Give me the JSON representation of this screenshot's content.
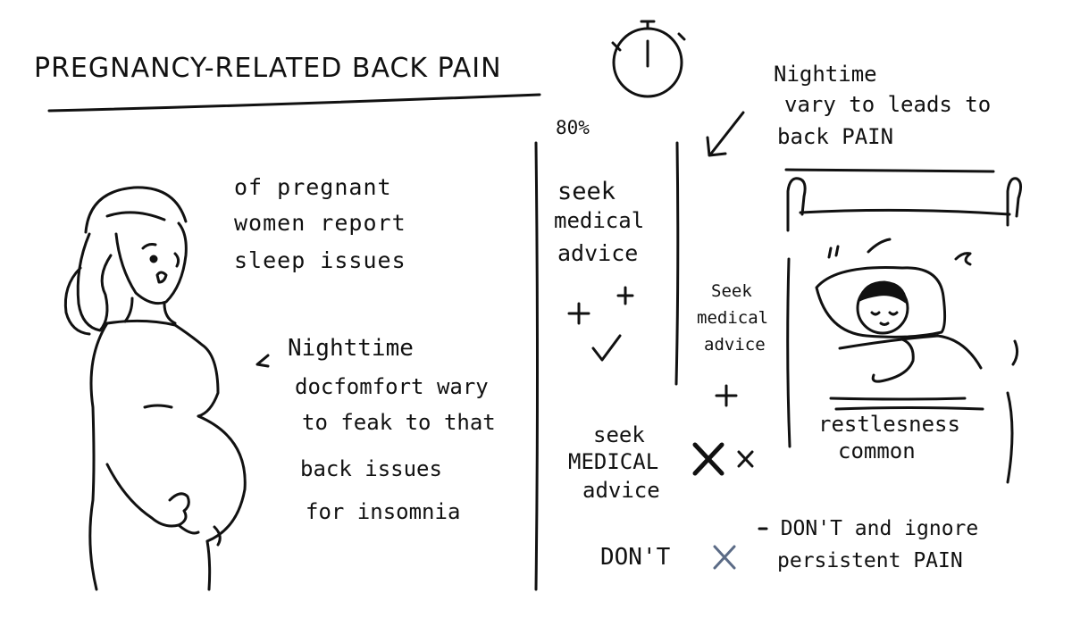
{
  "title": "PREGNANCY-RELATED BACK PAIN",
  "left": {
    "stat_line1": "of pregnant",
    "stat_line2": "women report",
    "stat_line3": "sleep issues",
    "note_line1": "Nighttime",
    "note_line2": "docfomfort wary",
    "note_line3": "to feak to that",
    "note_line4": "back issues",
    "note_line5": "for insomnia"
  },
  "middle": {
    "percent": "80%",
    "seek_a_line1": "seek",
    "seek_a_line2": "medical",
    "seek_a_line3": "advice",
    "seek_b_line1": "Seek",
    "seek_b_line2": "medical",
    "seek_b_line3": "advice",
    "seek_c_line1": "seek",
    "seek_c_line2": "MEDICAL",
    "seek_c_line3": "advice",
    "dont": "DON'T"
  },
  "right": {
    "note_line1": "Nightime",
    "note_line2": "vary to leads to",
    "note_line3": "back PAIN",
    "caption_line1": "restlesness",
    "caption_line2": "common",
    "warning_line1": "- DON'T and ignore",
    "warning_line2": "persistent PAIN"
  },
  "icons": [
    "stopwatch-icon",
    "arrow-icon",
    "plus-icon",
    "check-icon",
    "cross-icon",
    "bed-icon"
  ],
  "colors": {
    "ink": "#111111",
    "cross_accent": "#5b6b86",
    "background": "#ffffff"
  }
}
